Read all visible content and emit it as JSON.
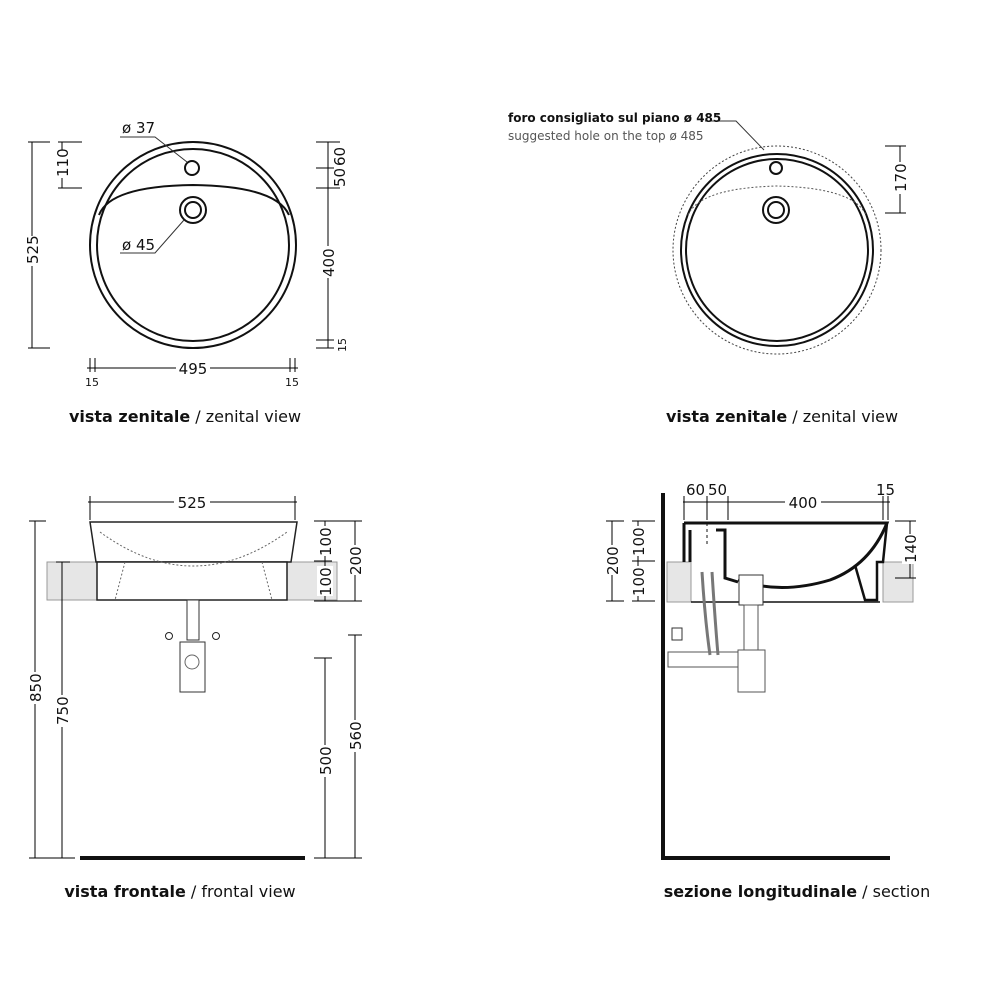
{
  "views": {
    "top_left": {
      "caption_it": "vista zenitale",
      "caption_sep": " / ",
      "caption_en": "zenital view",
      "dims": {
        "overall_depth": "525",
        "hole_offset": "110",
        "hole_diameter": "ø 37",
        "drain_diameter": "ø 45",
        "right_60": "60",
        "right_50": "50",
        "right_400": "400",
        "right_15": "15",
        "width_495": "495",
        "left_15": "15",
        "right_edge_15": "15"
      }
    },
    "top_right": {
      "caption_it": "vista zenitale",
      "caption_sep": " / ",
      "caption_en": "zenital view",
      "note_it": "foro consigliato sul piano ø 485",
      "note_en": "suggested hole on the top ø 485",
      "dims": {
        "offset_170": "170"
      }
    },
    "bottom_left": {
      "caption_it": "vista frontale",
      "caption_sep": " / ",
      "caption_en": "frontal view",
      "dims": {
        "width_525": "525",
        "h100a": "100",
        "h100b": "100",
        "h200": "200",
        "h850": "850",
        "h750": "750",
        "h500": "500",
        "h560": "560"
      }
    },
    "bottom_right": {
      "caption_it": "sezione longitudinale",
      "caption_sep": " / ",
      "caption_en": "section",
      "dims": {
        "d60": "60",
        "d50": "50",
        "d400": "400",
        "d15": "15",
        "h200": "200",
        "h100a": "100",
        "h100b": "100",
        "h140": "140"
      }
    }
  }
}
